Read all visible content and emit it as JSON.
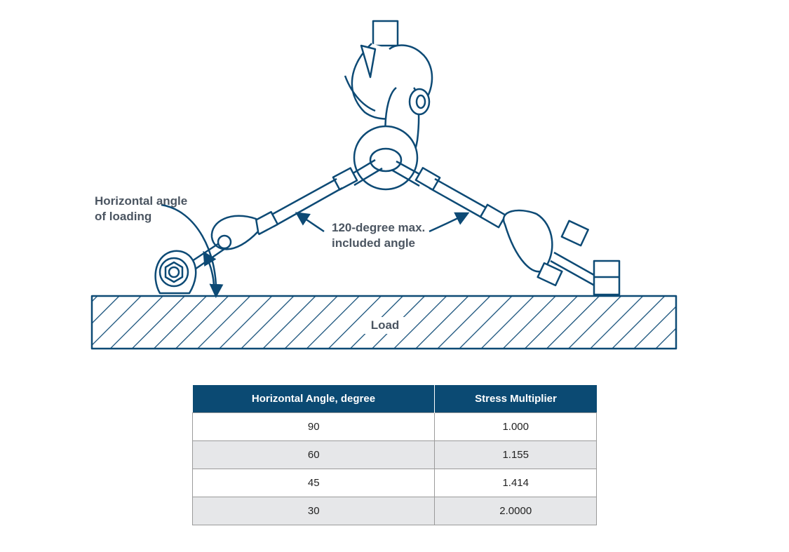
{
  "diagram": {
    "labels": {
      "horizontal_angle": [
        "Horizontal angle",
        "of loading"
      ],
      "included_angle": [
        "120-degree max.",
        "included angle"
      ],
      "load": "Load"
    },
    "colors": {
      "line": "#0d4a75",
      "text": "#4b5561",
      "header": "#0b4a73",
      "alt_row": "#e6e7e9"
    }
  },
  "table": {
    "headers": [
      "Horizontal Angle, degree",
      "Stress Multiplier"
    ],
    "rows": [
      [
        "90",
        "1.000"
      ],
      [
        "60",
        "1.155"
      ],
      [
        "45",
        "1.414"
      ],
      [
        "30",
        "2.0000"
      ]
    ]
  }
}
